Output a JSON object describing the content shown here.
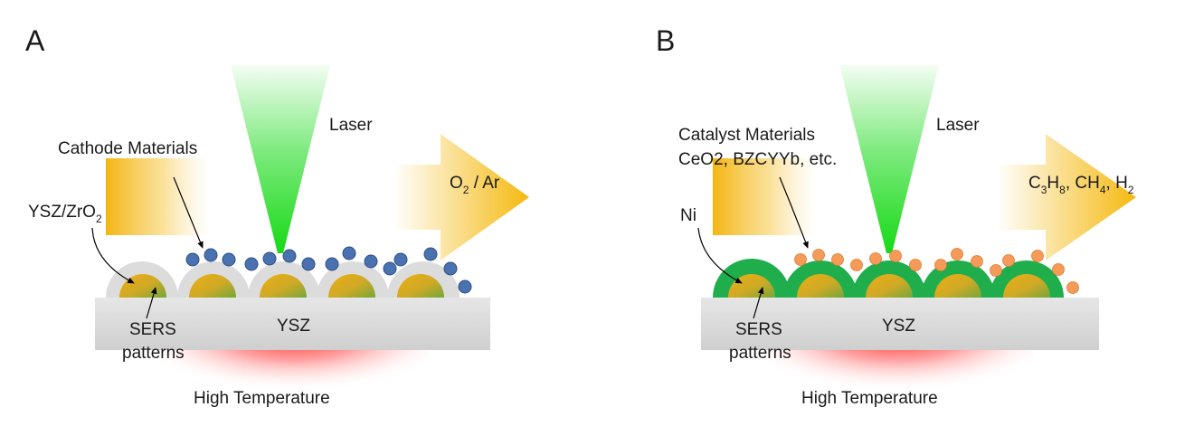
{
  "panels": {
    "a": {
      "letter": "A",
      "laser": "Laser",
      "material_label": "Cathode Materials",
      "coating_main": "YSZ/ZrO",
      "coating_sub": "2",
      "gas_o": "O",
      "gas_o_sub": "2",
      "gas_rest": " / Ar",
      "sers_line1": "SERS",
      "sers_line2": "patterns",
      "substrate": "YSZ",
      "heat": "High Temperature",
      "colors": {
        "coating": "#d9d9d9",
        "particle": "#4a72b0"
      }
    },
    "b": {
      "letter": "B",
      "laser": "Laser",
      "material_line1": "Catalyst Materials",
      "material_line2": "CeO2, BZCYYb, etc.",
      "coating_label": "Ni",
      "gas_c": "C",
      "gas_c_sub1": "3",
      "gas_h": "H",
      "gas_c_sub2": "8",
      "gas_mid": ", CH",
      "gas_mid_sub": "4",
      "gas_end": ", H",
      "gas_end_sub": "2",
      "sers_line1": "SERS",
      "sers_line2": "patterns",
      "substrate": "YSZ",
      "heat": "High Temperature",
      "colors": {
        "coating": "#1fae4b",
        "particle": "#f59b5a"
      }
    }
  },
  "colors": {
    "substrate": "#d9d9d9",
    "arrow": "#f5b90f",
    "laser": "#17d917",
    "heat": "#ff2020",
    "dome_gold": "#e7a91a",
    "dome_green": "#7fae2e"
  }
}
